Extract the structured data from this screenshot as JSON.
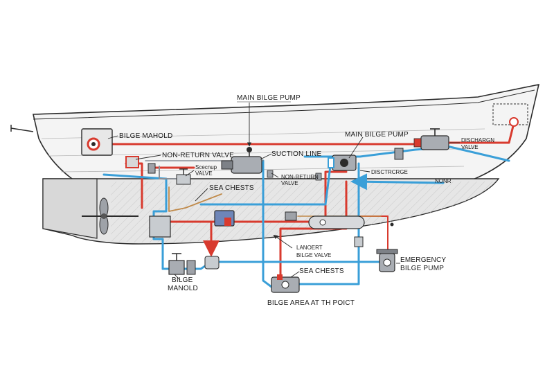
{
  "diagram": {
    "labels": {
      "main_bilge_pump_top": "MAIN BILGE PUMP",
      "bilge_manifold_top": "BILGE MAHOLD",
      "non_return_valve_left": "NON-RETURN VALVE",
      "suction_line": "SUCTION LINE",
      "main_bilge_pump_right": "MAIN BILGE PUMP",
      "discharge_valve_line1": "DISCHARGN",
      "discharge_valve_line2": "VALVE",
      "discharge": "DISCTRCRGE",
      "sea_chests_upper": "SEA CHESTS",
      "screw_valve_line1": "Scecnup",
      "screw_valve_line2": "VALVE",
      "non_return_valve_mid_line1": "NON-RETURN",
      "non_return_valve_mid_line2": "VALVE",
      "nonr": "NONR",
      "landing_bilge_valve_line1": "LANOERT",
      "landing_bilge_valve_line2": "BILGE VALVE",
      "emergency_bilge_pump_line1": "EMERGENCY",
      "emergency_bilge_pump_line2": "BILGE PUMP",
      "bilge_manifold_bottom_line1": "BILGE",
      "bilge_manifold_bottom_line2": "MANOLD",
      "sea_chests_lower": "SEA CHESTS",
      "bilge_area_caption": "BILGE AREA AT TH POICT"
    },
    "colors": {
      "outline": "#2b2b2b",
      "hull_fill": "#f4f4f4",
      "lower_hull": "#e3e3e3",
      "hatch": "#c9c9c9",
      "red_pipe": "#d83a2e",
      "blue_pipe": "#3a9fd8",
      "brown_pipe": "#c08a4a",
      "grey_pipe": "#8a8f96",
      "component": "#6b6f75"
    }
  }
}
